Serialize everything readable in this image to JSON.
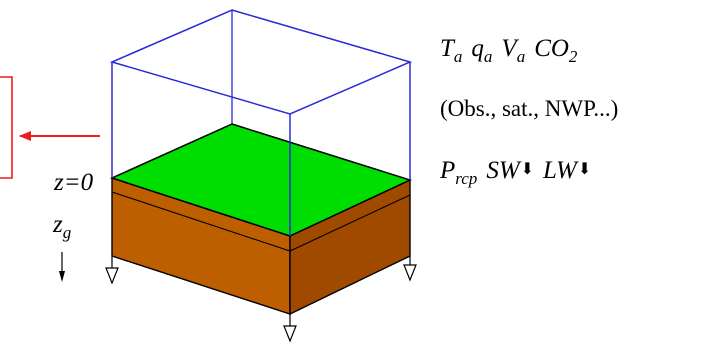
{
  "labels": {
    "surface_level": "z=0",
    "depth_symbol": "z",
    "depth_subscript": "g",
    "atm_vars": [
      {
        "sym": "T",
        "sub": "a"
      },
      {
        "sym": "q",
        "sub": "a"
      },
      {
        "sym": "V",
        "sub": "a"
      },
      {
        "sym": "CO",
        "sub": "2"
      }
    ],
    "sources": "(Obs., sat., NWP...)",
    "flux_vars": [
      {
        "sym": "P",
        "sub": "rcp",
        "arrow": ""
      },
      {
        "sym": "SW",
        "sub": "",
        "arrow": "⬇"
      },
      {
        "sym": "LW",
        "sub": "",
        "arrow": "⬇"
      }
    ]
  },
  "colors": {
    "atmosphere_box": "#2a2ad8",
    "vegetation_top": "#00dd00",
    "soil_front": "#bd5e00",
    "soil_side": "#a04a00",
    "output_arrow": "#ee1c1c",
    "output_box": "#ee1c1c",
    "outline": "#000000"
  },
  "icons": {
    "output": "left-arrow-icon",
    "bottom_boundary": "open-triangle-arrow-icon",
    "depth_direction": "down-arrow-icon"
  }
}
